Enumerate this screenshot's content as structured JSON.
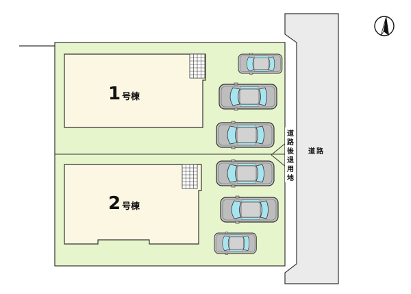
{
  "north_label": "N",
  "buildings": [
    {
      "number": "1",
      "suffix": "号棟"
    },
    {
      "number": "2",
      "suffix": "号棟"
    }
  ],
  "setback_label": [
    "道",
    "路",
    "後",
    "退",
    "用",
    "地"
  ],
  "road_label": [
    "道",
    "路"
  ],
  "parking_spaces": 6,
  "colors": {
    "site": "#e7f5cc",
    "building": "#fbf7e2",
    "road": "#ebebeb",
    "car_body": "#bdbdbd",
    "window": "#a6e4ef"
  }
}
